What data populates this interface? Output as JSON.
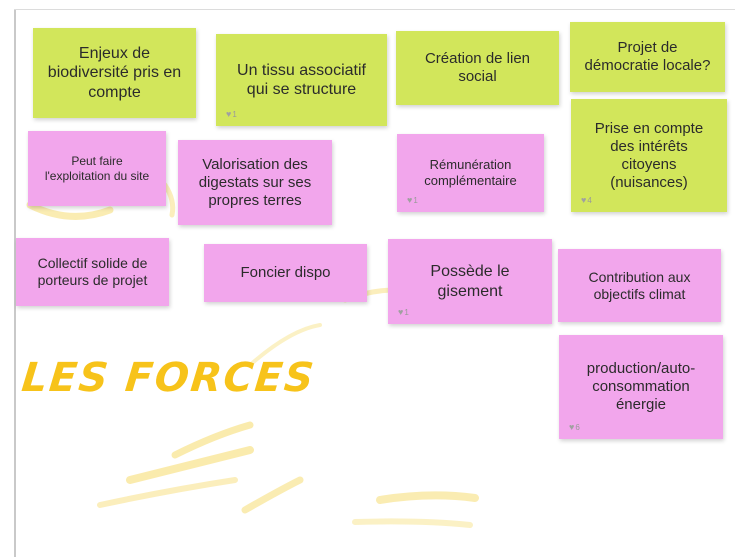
{
  "board": {
    "title": "LES FORCES",
    "title_color": "#f7c31a",
    "note_colors": {
      "green": "#d2e65b",
      "pink": "#f2a6ec"
    }
  },
  "notes": [
    {
      "text": "Enjeux de biodiversité pris en compte",
      "likes": ""
    },
    {
      "text": "Un tissu associatif qui se structure",
      "likes": "1"
    },
    {
      "text": "Création de lien social",
      "likes": ""
    },
    {
      "text": "Projet de démocratie locale?",
      "likes": ""
    },
    {
      "text": "Prise en compte des intérêts citoyens (nuisances)",
      "likes": "4"
    },
    {
      "text": "Peut faire l'exploitation du site",
      "likes": ""
    },
    {
      "text": "Valorisation des digestats sur ses propres terres",
      "likes": ""
    },
    {
      "text": "Rémunération complémentaire",
      "likes": "1"
    },
    {
      "text": "Collectif solide de porteurs de projet",
      "likes": ""
    },
    {
      "text": "Foncier dispo",
      "likes": ""
    },
    {
      "text": "Possède le gisement",
      "likes": "1"
    },
    {
      "text": "Contribution aux objectifs climat",
      "likes": ""
    },
    {
      "text": "production/auto-consommation énergie",
      "likes": "6"
    }
  ]
}
